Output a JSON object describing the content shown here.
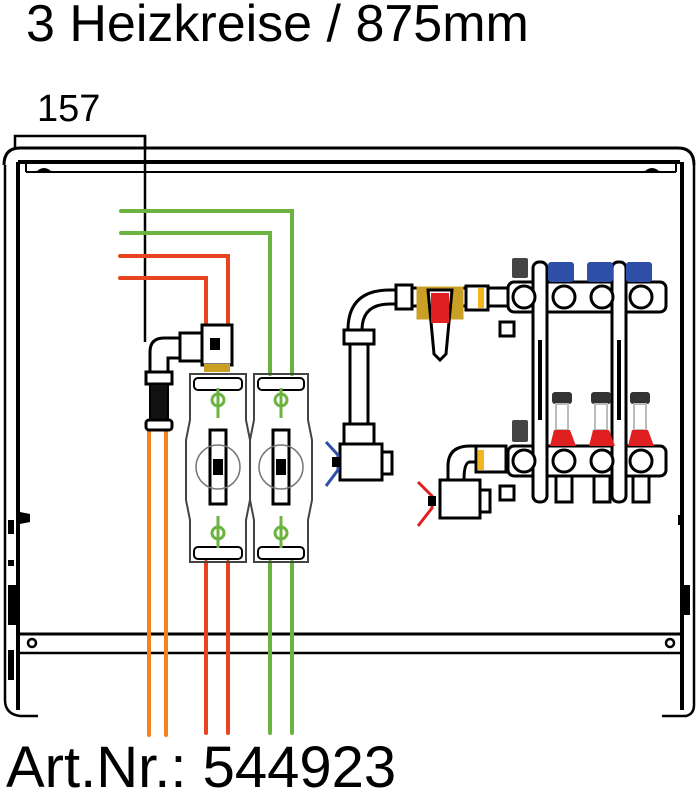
{
  "header": {
    "title": "3 Heizkreise / 875mm"
  },
  "dimension": {
    "label": "157"
  },
  "footer": {
    "article_number": "Art.Nr.: 544923"
  },
  "diagram": {
    "subject": "heating-circuit distribution cabinet",
    "heating_circuits": 3,
    "cabinet_width_mm": 875,
    "colors": {
      "outline": "#000000",
      "flow_red": "#e8441f",
      "return_green": "#6cb33f",
      "supply_orange": "#f08322",
      "valve_blue": "#2e4fa8",
      "valve_red": "#e02020",
      "brass_gold": "#c9a024",
      "yellow_ring": "#f3b51b",
      "grey_part": "#444444"
    },
    "pipe_groups": [
      "green-return-pair",
      "red-flow-pair",
      "orange-supply-pair"
    ]
  }
}
